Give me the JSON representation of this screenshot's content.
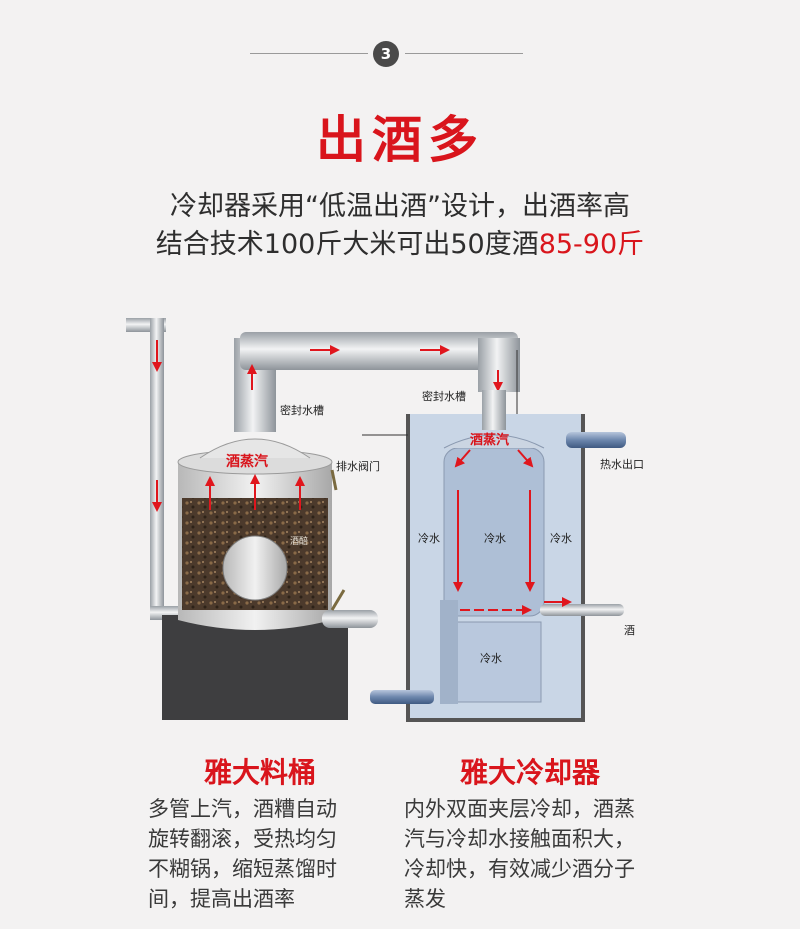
{
  "step": {
    "number": "3"
  },
  "headline": "出酒多",
  "intro": {
    "line1": "冷却器采用“低温出酒”设计，出酒率高",
    "line2_prefix": "结合技术100斤大米可出50度酒",
    "line2_highlight": "85-90斤"
  },
  "diagram": {
    "labels": {
      "seal_tank_left": "密封水槽",
      "seal_tank_right": "密封水槽",
      "vapor_left": "酒蒸汽",
      "vapor_right": "酒蒸汽",
      "drain_valve": "排水阀门",
      "grain": "酒醅",
      "hot_water_outlet": "热水出口",
      "cold_water_left": "冷水",
      "cold_water_center": "冷水",
      "cold_water_right": "冷水",
      "cold_water_bottom": "冷水",
      "liquor_outlet": "酒"
    },
    "colors": {
      "arrow": "#e0161d",
      "pipe": "#bfc3c8",
      "tank": "#c9d6e6",
      "base": "#3e3e40"
    }
  },
  "captions": {
    "left": {
      "title": "雅大料桶",
      "lines": [
        "多管上汽，酒糟自动",
        "旋转翻滚，受热均匀",
        "不糊锅，缩短蒸馏时",
        "间，提高出酒率"
      ]
    },
    "right": {
      "title": "雅大冷却器",
      "lines": [
        "内外双面夹层冷却，酒蒸",
        "汽与冷却水接触面积大，",
        "冷却快，有效减少酒分子",
        "蒸发"
      ]
    }
  }
}
